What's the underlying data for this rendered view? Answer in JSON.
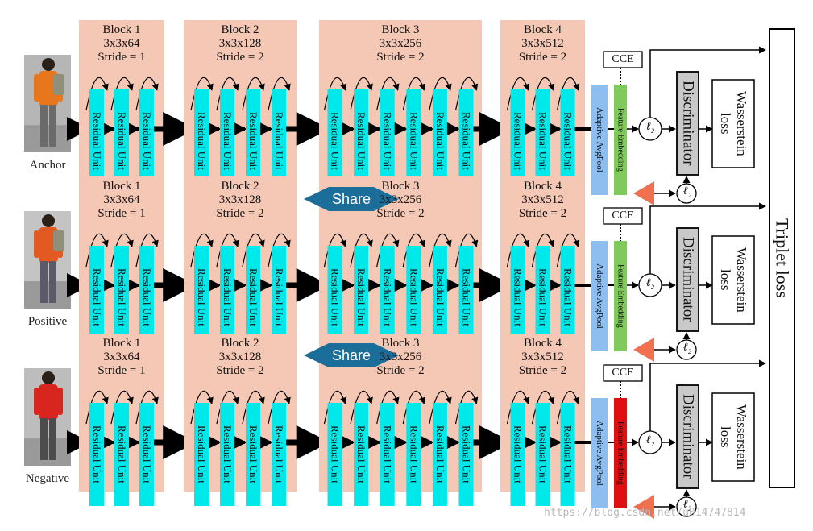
{
  "rows": [
    {
      "label": "Anchor",
      "feature_color": "#7ecb5b"
    },
    {
      "label": "Positive",
      "feature_color": "#7ecb5b"
    },
    {
      "label": "Negative",
      "feature_color": "#e01010"
    }
  ],
  "blocks": [
    {
      "title": "Block 1",
      "kernel": "3x3x64",
      "stride": "Stride = 1",
      "units": 3
    },
    {
      "title": "Block 2",
      "kernel": "3x3x128",
      "stride": "Stride = 2",
      "units": 4
    },
    {
      "title": "Block 3",
      "kernel": "3x3x256",
      "stride": "Stride = 2",
      "units": 6
    },
    {
      "title": "Block 4",
      "kernel": "3x3x512",
      "stride": "Stride = 2",
      "units": 3
    }
  ],
  "labels": {
    "residual_unit": "Residual Unit",
    "pool": "Adaptive AvgPool",
    "feature": "Feature Embedding",
    "cce": "CCE",
    "l2": "ℓ",
    "l2_sub": "2",
    "discriminator": "Discriminator",
    "wasserstein_line1": "Wasserstein",
    "wasserstein_line2": "loss",
    "share": "Share",
    "triplet": "Triplet loss"
  },
  "watermark": "https://blog.csdn.net/u014747814",
  "colors": {
    "block_bg": "#f5c8b5",
    "unit_bg": "#00e9ea",
    "pool_bg": "#8ebef0",
    "share_bg": "#1b6e9a",
    "disc_bg": "#c9c9c9",
    "cone": "#f07050"
  }
}
